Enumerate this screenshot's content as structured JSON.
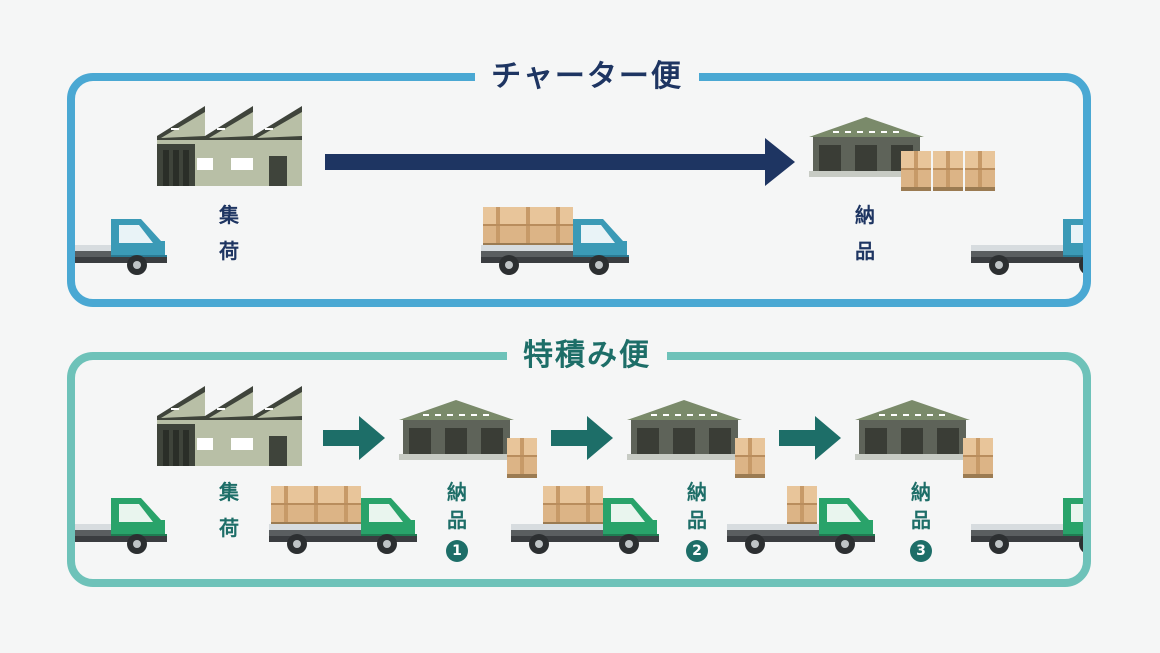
{
  "charter": {
    "title": "チャーター便",
    "pickup_label": [
      "集",
      "荷"
    ],
    "delivery_label": [
      "納",
      "品"
    ],
    "accent": "#4aa8d3",
    "arrow_color": "#1e3562",
    "truck_color": "#3b9ab6"
  },
  "consolidated": {
    "title": "特積み便",
    "pickup_label": [
      "集",
      "荷"
    ],
    "deliveries": [
      {
        "label": [
          "納",
          "品"
        ],
        "badge": "1"
      },
      {
        "label": [
          "納",
          "品"
        ],
        "badge": "2"
      },
      {
        "label": [
          "納",
          "品"
        ],
        "badge": "3"
      }
    ],
    "accent": "#6ec2b9",
    "arrow_color": "#1d6e68",
    "truck_color": "#29a36a"
  }
}
